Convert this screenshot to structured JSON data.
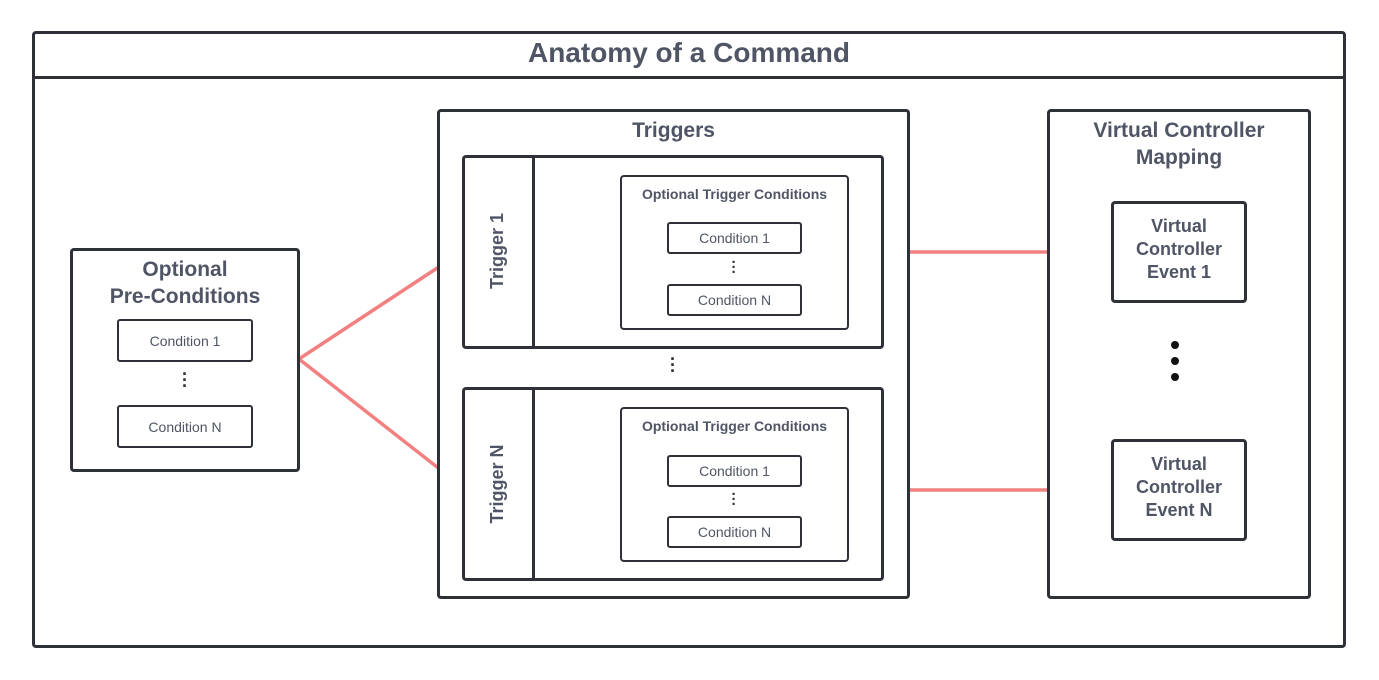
{
  "title": "Anatomy of a Command",
  "preconditions": {
    "title_line1": "Optional",
    "title_line2": "Pre-Conditions",
    "condition_first": "Condition 1",
    "condition_last": "Condition N"
  },
  "triggers": {
    "title": "Triggers",
    "items": [
      {
        "label": "Trigger 1",
        "conditions_title": "Optional Trigger Conditions",
        "condition_first": "Condition 1",
        "condition_last": "Condition N"
      },
      {
        "label": "Trigger N",
        "conditions_title": "Optional Trigger Conditions",
        "condition_first": "Condition 1",
        "condition_last": "Condition N"
      }
    ]
  },
  "mapping": {
    "title_line1": "Virtual Controller",
    "title_line2": "Mapping",
    "events": [
      {
        "line1": "Virtual",
        "line2": "Controller",
        "line3": "Event 1"
      },
      {
        "line1": "Virtual",
        "line2": "Controller",
        "line3": "Event N"
      }
    ]
  },
  "colors": {
    "border": "#2e3138",
    "text": "#4f5565",
    "arrow": "#f28080"
  }
}
